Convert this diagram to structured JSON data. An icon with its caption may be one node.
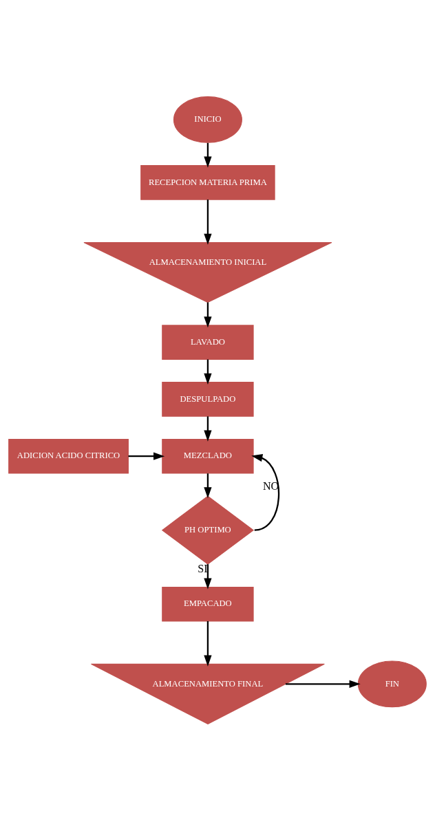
{
  "diagram": {
    "nodes": [
      {
        "text": [
          "INICIO"
        ]
      },
      {
        "text": [
          "RECEPCION MATERIA PRIMA"
        ]
      },
      {
        "text": [
          "ALMACENAMIENTO INICIAL"
        ]
      },
      {
        "text": [
          "LAVADO"
        ]
      },
      {
        "text": [
          "DESPULPADO"
        ]
      },
      {
        "text": [
          "ADICION ACIDO CITRICO"
        ]
      },
      {
        "text": [
          "MEZCLADO"
        ]
      },
      {
        "text": [
          "PH OPTIMO"
        ]
      },
      {
        "text": [
          "EMPACADO"
        ]
      },
      {
        "text": [
          "ALMACENAMIENTO FINAL"
        ]
      },
      {
        "text": [
          "FIN"
        ]
      }
    ],
    "edges": [
      {
        "from": 0,
        "to": 1,
        "arrow": "to"
      },
      {
        "from": 1,
        "to": 2,
        "arrow": "to"
      },
      {
        "from": 2,
        "to": 3,
        "arrow": "to"
      },
      {
        "from": 3,
        "to": 4,
        "arrow": "to"
      },
      {
        "from": 4,
        "to": 6,
        "arrow": "to"
      },
      {
        "from": 5,
        "to": 6,
        "arrow": "to"
      },
      {
        "from": 6,
        "to": 7,
        "arrow": "to"
      },
      {
        "from": 7,
        "to": 6,
        "arrow": "to",
        "label": "NO"
      },
      {
        "from": 7,
        "to": 8,
        "arrow": "to",
        "label": "SI"
      },
      {
        "from": 8,
        "to": 9,
        "arrow": "to"
      },
      {
        "from": 9,
        "to": 10,
        "arrow": "to"
      }
    ]
  }
}
